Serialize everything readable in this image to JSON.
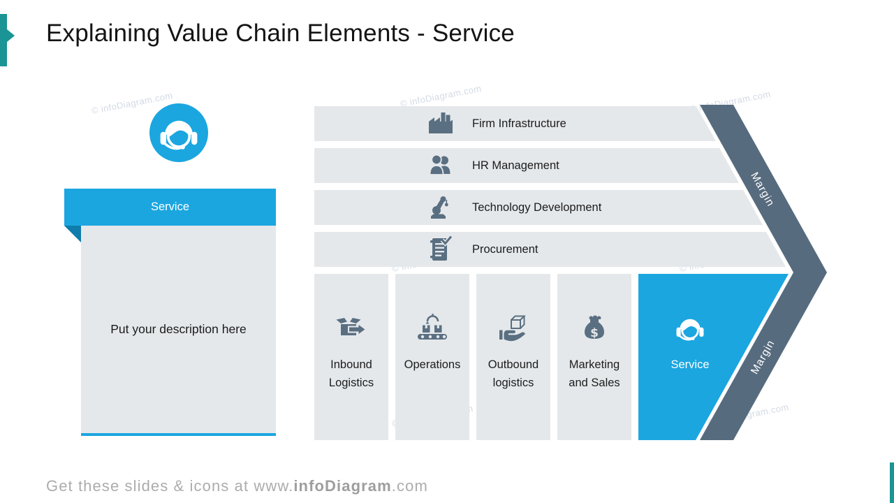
{
  "slide": {
    "title": "Explaining Value Chain Elements - Service",
    "watermark": "© infoDiagram.com",
    "footer": {
      "prefix": "Get these slides & icons at www.",
      "brand": "infoDiagram",
      "suffix": ".com"
    }
  },
  "detail_panel": {
    "icon": "headset-agent-icon",
    "header": "Service",
    "description": "Put your description here"
  },
  "value_chain": {
    "support_activities": [
      {
        "label": "Firm Infrastructure",
        "icon": "factory-icon"
      },
      {
        "label": "HR Management",
        "icon": "people-icon"
      },
      {
        "label": "Technology Development",
        "icon": "robot-arm-icon"
      },
      {
        "label": "Procurement",
        "icon": "checklist-icon"
      }
    ],
    "primary_activities": [
      {
        "label": "Inbound Logistics",
        "icon": "open-box-arrow-icon",
        "highlighted": false
      },
      {
        "label": "Operations",
        "icon": "conveyor-icon",
        "highlighted": false
      },
      {
        "label": "Outbound logistics",
        "icon": "hand-box-icon",
        "highlighted": false
      },
      {
        "label": "Marketing and Sales",
        "icon": "money-bag-icon",
        "highlighted": false
      },
      {
        "label": "Service",
        "icon": "headset-agent-icon",
        "highlighted": true
      }
    ],
    "margin_top": "Margin",
    "margin_bottom": "Margin"
  },
  "icons": {
    "dollar": "$"
  },
  "colors": {
    "accent_blue": "#1BA6E0",
    "accent_blue_dark": "#0F7CAB",
    "slate": "#5A6F81",
    "band_slate": "#576B7E",
    "bar_gray": "#E5E8EB",
    "teal": "#1A9494",
    "footer_gray": "#ACACAC",
    "watermark": "#C3CEDC"
  }
}
